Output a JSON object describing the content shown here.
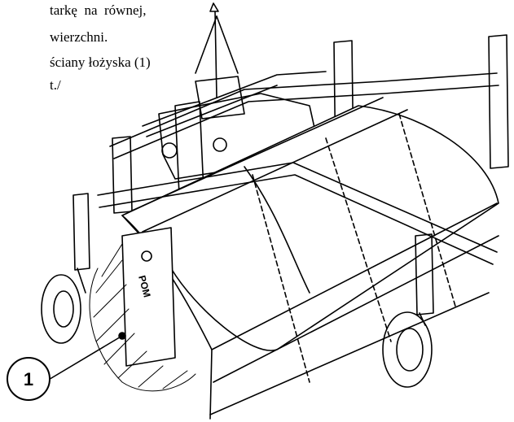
{
  "text": {
    "line1": "tarkę  na  równej,",
    "line2": "wierzchni.",
    "line3": "ściany łożyska (1)",
    "line4": "t./"
  },
  "figure": {
    "callout_number": "1",
    "brand_mark": "POM",
    "stroke_color": "#000000",
    "background_color": "#ffffff"
  }
}
